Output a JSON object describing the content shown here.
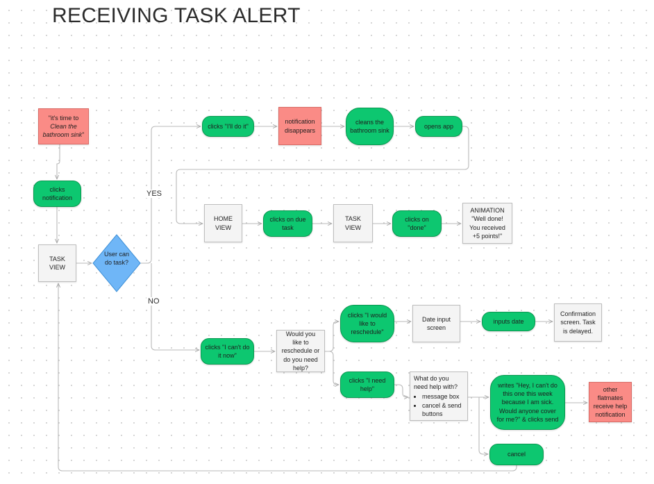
{
  "title": "RECEIVING TASK ALERT",
  "colors": {
    "action_green": "#0dc770",
    "alert_red": "#fa8b86",
    "decision_blue": "#6fb6f7",
    "screen_gray": "#f4f4f4"
  },
  "nodes": {
    "alert_prefix": "\"it's time to",
    "alert_task": "Clean the bathroom sink",
    "alert_suffix": "\"",
    "clicks_notification": "clicks notification",
    "task_view_start": "TASK VIEW",
    "decision": "User can do task?",
    "clicks_ill_do_it": "clicks \"I'll do it\"",
    "notification_disappears": "notification disappears",
    "cleans_sink": "cleans the bathroom sink",
    "opens_app": "opens app",
    "home_view": "HOME VIEW",
    "clicks_due_task": "clicks on due task",
    "task_view_2": "TASK VIEW",
    "clicks_done": "clicks on \"done\"",
    "animation_title": "ANIMATION",
    "animation_text": "\"Well done! You received +5 points!\"",
    "clicks_cant_do": "clicks \"I can't do it now\"",
    "reschedule_question": "Would you like to reschedule or do you need help?",
    "clicks_reschedule": "clicks \"I would like to reschedule\"",
    "date_input_screen": "Date input screen",
    "inputs_date": "inputs date",
    "confirmation": "Confirmation screen. Task is delayed.",
    "clicks_need_help": "clicks \"I need help\"",
    "help_question": "What do you need help with?",
    "help_items": [
      "message box",
      "cancel & send buttons"
    ],
    "writes_message": "writes \"Hey, I can't do this one this week because I am sick. Would anyone cover for me?\" & clicks send",
    "other_flatmates": "other flatmates receive help notification",
    "cancel": "cancel"
  },
  "edge_labels": {
    "yes": "YES",
    "no": "NO"
  }
}
